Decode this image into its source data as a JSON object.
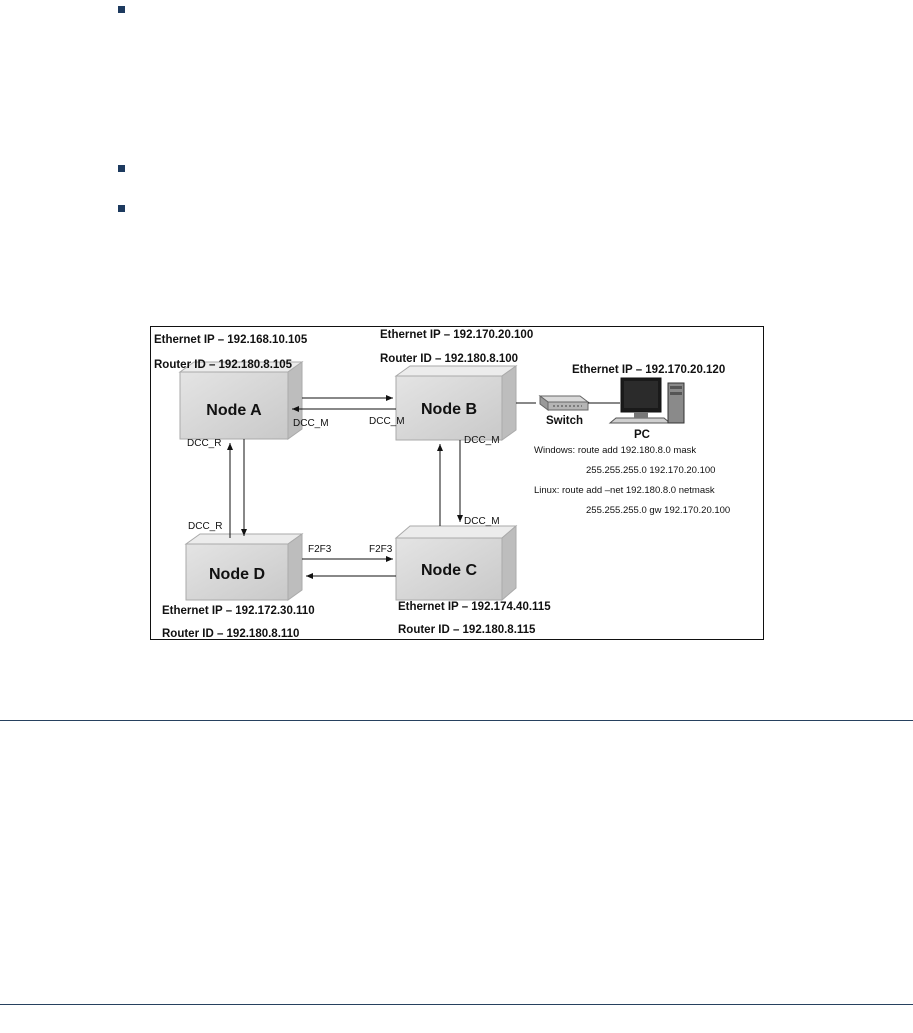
{
  "bullets": [
    {
      "text": ""
    },
    {
      "text": ""
    },
    {
      "text": ""
    }
  ],
  "diagram": {
    "nodes": {
      "a": {
        "label": "Node A",
        "ethernet": "Ethernet IP – 192.168.10.105",
        "router": "Router ID – 192.180.8.105"
      },
      "b": {
        "label": "Node B",
        "ethernet": "Ethernet IP – 192.170.20.100",
        "router": "Router ID – 192.180.8.100"
      },
      "c": {
        "label": "Node C",
        "ethernet": "Ethernet IP – 192.174.40.115",
        "router": "Router ID – 192.180.8.115"
      },
      "d": {
        "label": "Node D",
        "ethernet": "Ethernet IP – 192.172.30.110",
        "router": "Router ID – 192.180.8.110"
      }
    },
    "links": {
      "ab_a": "DCC_M",
      "ab_b": "DCC_M",
      "bc": "DCC_M",
      "cb": "DCC_M",
      "ad": "DCC_R",
      "da": "DCC_R",
      "dc_d": "F2F3",
      "dc_c": "F2F3"
    },
    "switch_label": "Switch",
    "pc": {
      "label": "PC",
      "ethernet": "Ethernet IP – 192.170.20.120",
      "windows_1": "Windows:  route add 192.180.8.0 mask",
      "windows_2": "255.255.255.0 192.170.20.100",
      "linux_1": "Linux:  route add –net 192.180.8.0  netmask",
      "linux_2": "255.255.255.0  gw 192.170.20.100"
    }
  }
}
